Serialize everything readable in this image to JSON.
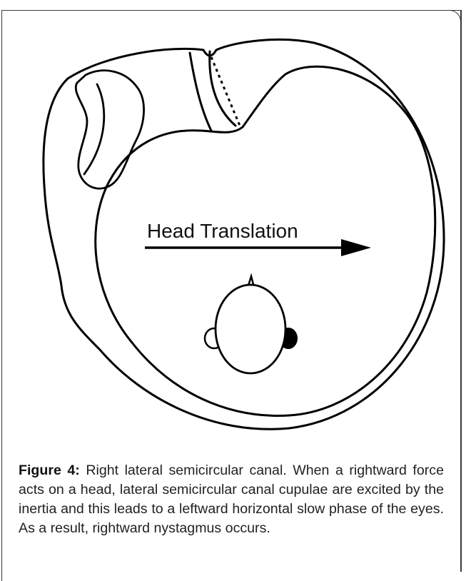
{
  "diagram": {
    "arrow_label": "Head Translation"
  },
  "caption": {
    "figure_label": "Figure 4:",
    "text": " Right lateral semicircular canal. When a rightward force acts on a head, lateral semicircular canal cupulae are excited by the inertia and this leads to a leftward horizontal slow phase of the eyes. As a result, rightward nystagmus occurs."
  }
}
